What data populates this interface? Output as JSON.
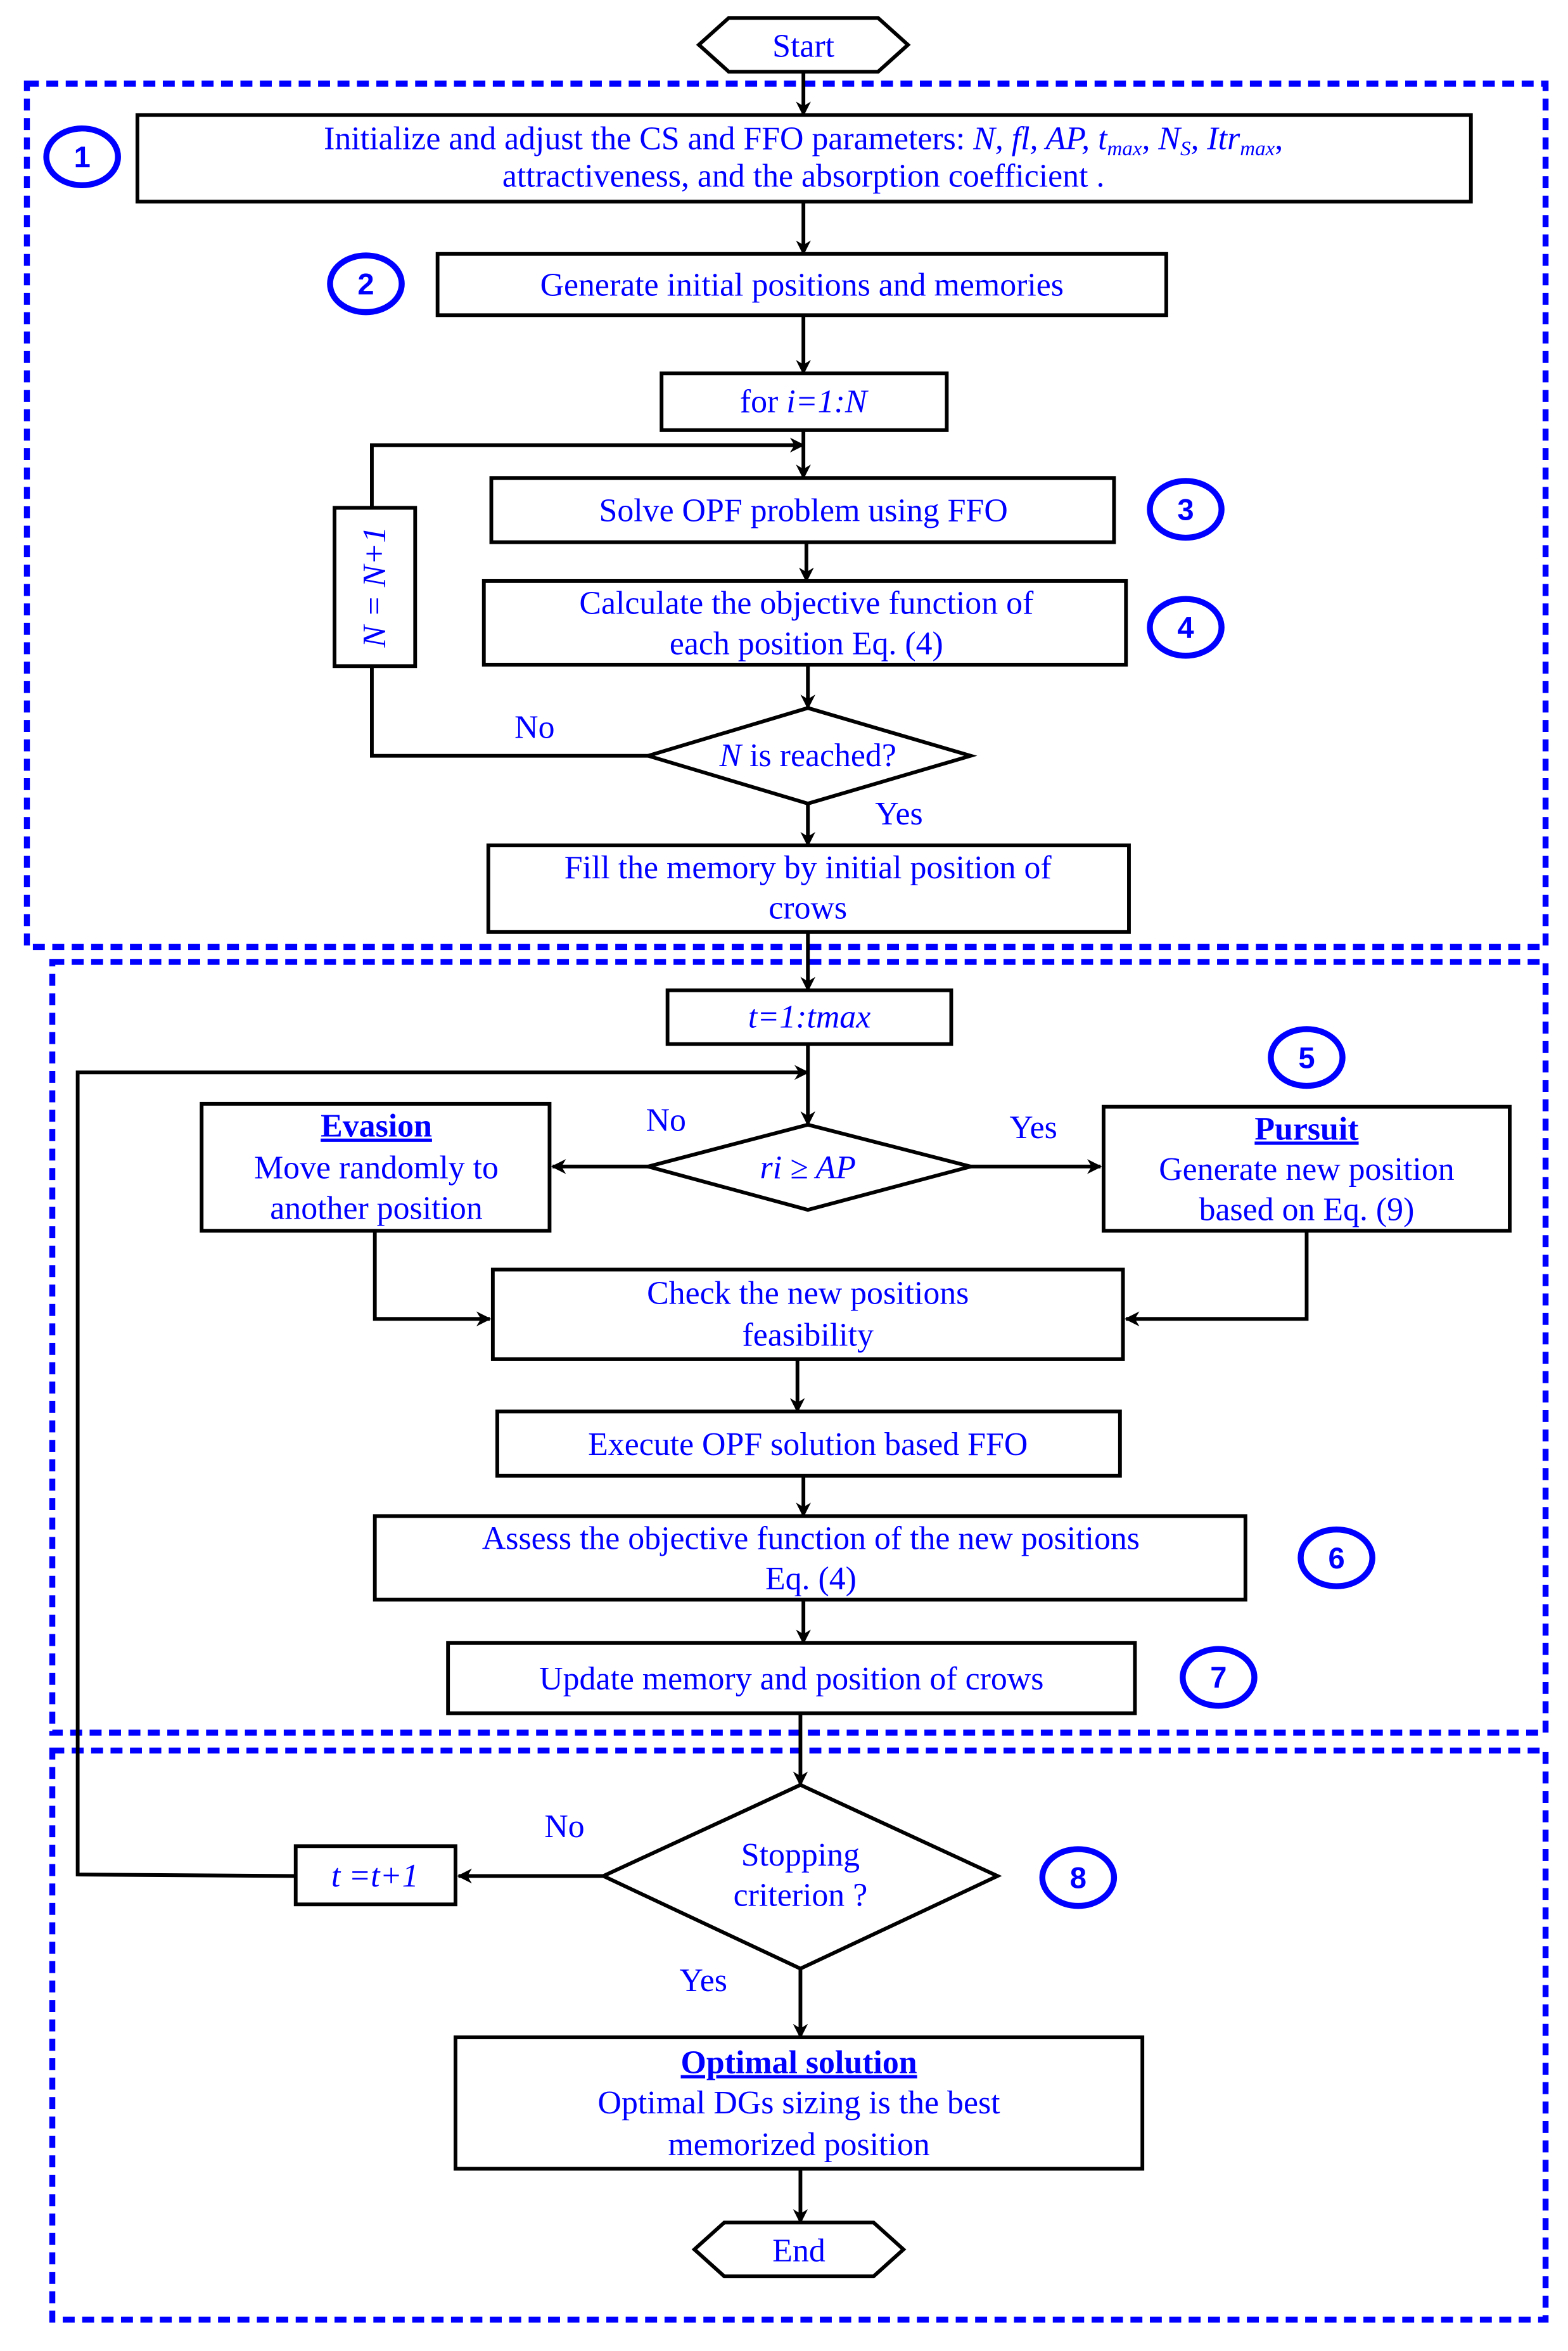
{
  "colors": {
    "text": "#0000ff",
    "section_border": "#0000ff",
    "lines": "#000000"
  },
  "start": "Start",
  "end": "End",
  "step_numbers": [
    "1",
    "2",
    "3",
    "4",
    "5",
    "6",
    "7",
    "8"
  ],
  "init": {
    "line1": "Initialize and adjust the CS and FFO parameters:",
    "params": "N, fl, AP, t",
    "max": "max",
    "ns": ", N",
    "s": "S",
    "itr": ", Itr",
    "max2": "max",
    "comma": ",",
    "line2": "attractiveness, and the absorption coefficient ."
  },
  "generate": "Generate initial positions and memories",
  "for_loop": {
    "for": "for ",
    "expr": "i=1:N"
  },
  "increment_n": "N = N+1",
  "solve": "Solve OPF problem using FFO",
  "calc": {
    "line1": "Calculate the objective function of",
    "line2": "each position Eq. (4)"
  },
  "n_reached": {
    "n": "N",
    "rest": " is reached?"
  },
  "no": "No",
  "yes": "Yes",
  "fill_memory": {
    "line1": "Fill the memory by initial position of",
    "line2": "crows"
  },
  "t_loop": "t=1:tmax",
  "ri_decision": "ri ≥ AP",
  "evasion": {
    "title": "Evasion",
    "line1": "Move randomly to",
    "line2": "another position"
  },
  "pursuit": {
    "title": "Pursuit",
    "line1": "Generate new position",
    "line2": "based on Eq. (9)"
  },
  "check": {
    "line1": "Check the new positions",
    "line2": "feasibility"
  },
  "execute": "Execute OPF solution based FFO",
  "assess": {
    "line1": "Assess the objective function of the new positions",
    "line2": "Eq. (4)"
  },
  "update": "Update memory and position  of crows",
  "stopping": {
    "line1": "Stopping",
    "line2": "criterion ?"
  },
  "t_increment": "t =t+1",
  "optimal": {
    "title": "Optimal solution",
    "line1": "Optimal DGs sizing is the best",
    "line2": "memorized position"
  }
}
